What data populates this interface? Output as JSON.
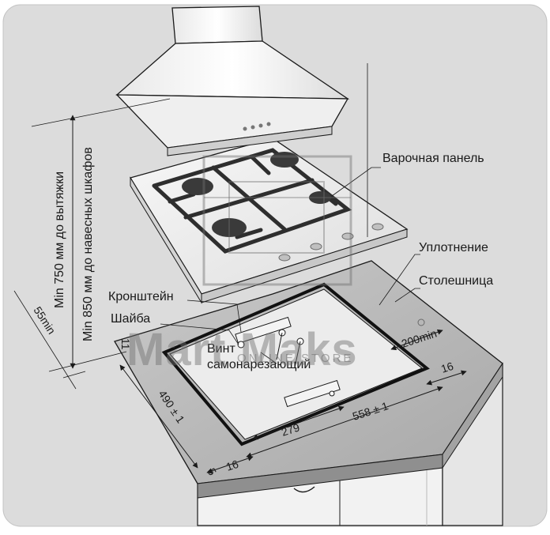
{
  "labels": {
    "hob": "Варочная панель",
    "seal": "Уплотнение",
    "countertop": "Столешница",
    "bracket": "Кронштейн",
    "washer": "Шайба",
    "screw_line1": "Винт",
    "screw_line2": "самонарезающий",
    "hood_distance": "Min 750 мм до вытяжки",
    "cabinet_distance": "Min 850 мм до навесных шкафов"
  },
  "dimensions": {
    "cutout_depth": "490 ± 1",
    "cutout_width": "558 ± 1",
    "half_width": "279",
    "front_gap": "16",
    "side_gap": "16",
    "wall_gap": "200min",
    "hob_height": "55min",
    "depth_small": "11",
    "edge_small": "5"
  },
  "watermark": {
    "brand": "Mart Maks",
    "subtitle": "ONLINE STORE"
  },
  "colors": {
    "background": "#ffffff",
    "panel_bg": "#dcdcdc",
    "countertop_top": "#b8b8b8",
    "countertop_front": "#9a9a9a",
    "cabinet": "#f2f2f2",
    "hob_surface": "#ececec",
    "burner": "#3a3a3a",
    "grate": "#2e2e2e",
    "hood": "#f4f4f4",
    "line": "#1a1a1a"
  }
}
